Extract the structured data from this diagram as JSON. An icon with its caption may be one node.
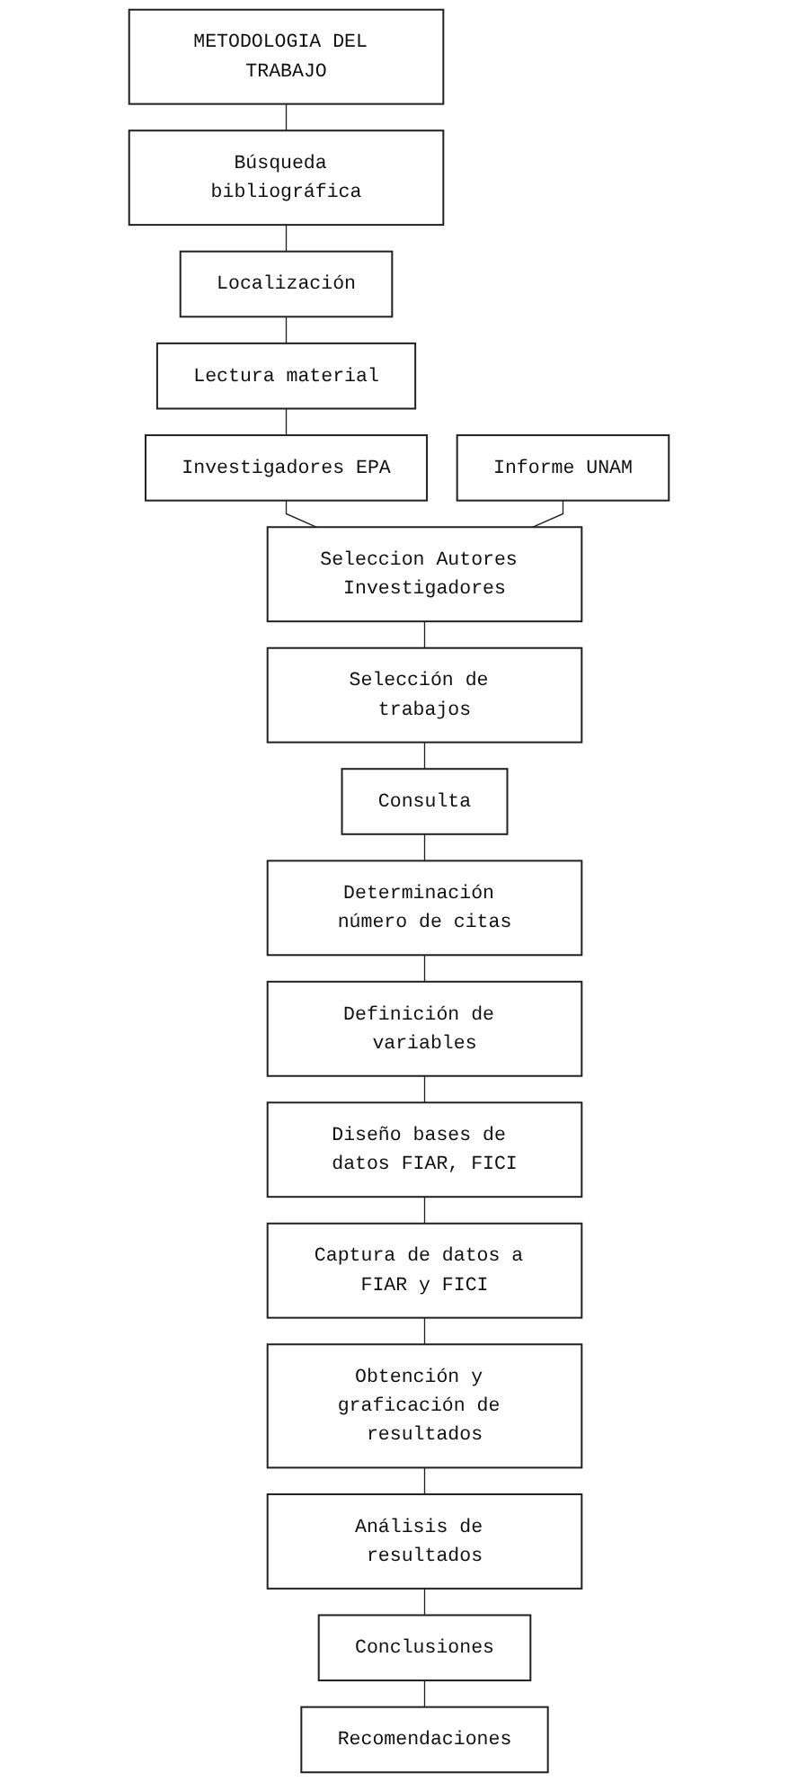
{
  "diagram": {
    "nodes": [
      {
        "text": [
          "METODOLOGIA DEL TRABAJO"
        ]
      },
      {
        "text": [
          "Búsqueda bibliográfica"
        ]
      },
      {
        "text": [
          "Localización"
        ]
      },
      {
        "text": [
          "Lectura material"
        ]
      },
      {
        "text": [
          "Investigadores EPA"
        ]
      },
      {
        "text": [
          "Informe UNAM"
        ]
      },
      {
        "text": [
          "Seleccion Autores Investigadores"
        ]
      },
      {
        "text": [
          "Selección de trabajos"
        ]
      },
      {
        "text": [
          "Consulta"
        ]
      },
      {
        "text": [
          "Determinación número de citas"
        ]
      },
      {
        "text": [
          "Definición de variables"
        ]
      },
      {
        "text": [
          "Diseño bases de datos FIAR, FICI"
        ]
      },
      {
        "text": [
          "Captura de datos a FIAR y FICI"
        ]
      },
      {
        "text": [
          "Obtención y graficación de resultados"
        ]
      },
      {
        "text": [
          "Análisis de resultados"
        ]
      },
      {
        "text": [
          "Conclusiones"
        ]
      },
      {
        "text": [
          "Recomendaciones"
        ]
      }
    ],
    "edges": [
      {
        "from": 0,
        "to": 1,
        "arrow": "none"
      },
      {
        "from": 1,
        "to": 2,
        "arrow": "none"
      },
      {
        "from": 2,
        "to": 3,
        "arrow": "none"
      },
      {
        "from": 3,
        "to": 4,
        "arrow": "none"
      },
      {
        "from": 4,
        "to": 6,
        "arrow": "none"
      },
      {
        "from": 5,
        "to": 6,
        "arrow": "none"
      },
      {
        "from": 6,
        "to": 7,
        "arrow": "none"
      },
      {
        "from": 7,
        "to": 8,
        "arrow": "none"
      },
      {
        "from": 8,
        "to": 9,
        "arrow": "none"
      },
      {
        "from": 9,
        "to": 10,
        "arrow": "none"
      },
      {
        "from": 10,
        "to": 11,
        "arrow": "none"
      },
      {
        "from": 11,
        "to": 12,
        "arrow": "none"
      },
      {
        "from": 12,
        "to": 13,
        "arrow": "none"
      },
      {
        "from": 13,
        "to": 14,
        "arrow": "none"
      },
      {
        "from": 14,
        "to": 15,
        "arrow": "none"
      },
      {
        "from": 15,
        "to": 16,
        "arrow": "none"
      }
    ]
  }
}
